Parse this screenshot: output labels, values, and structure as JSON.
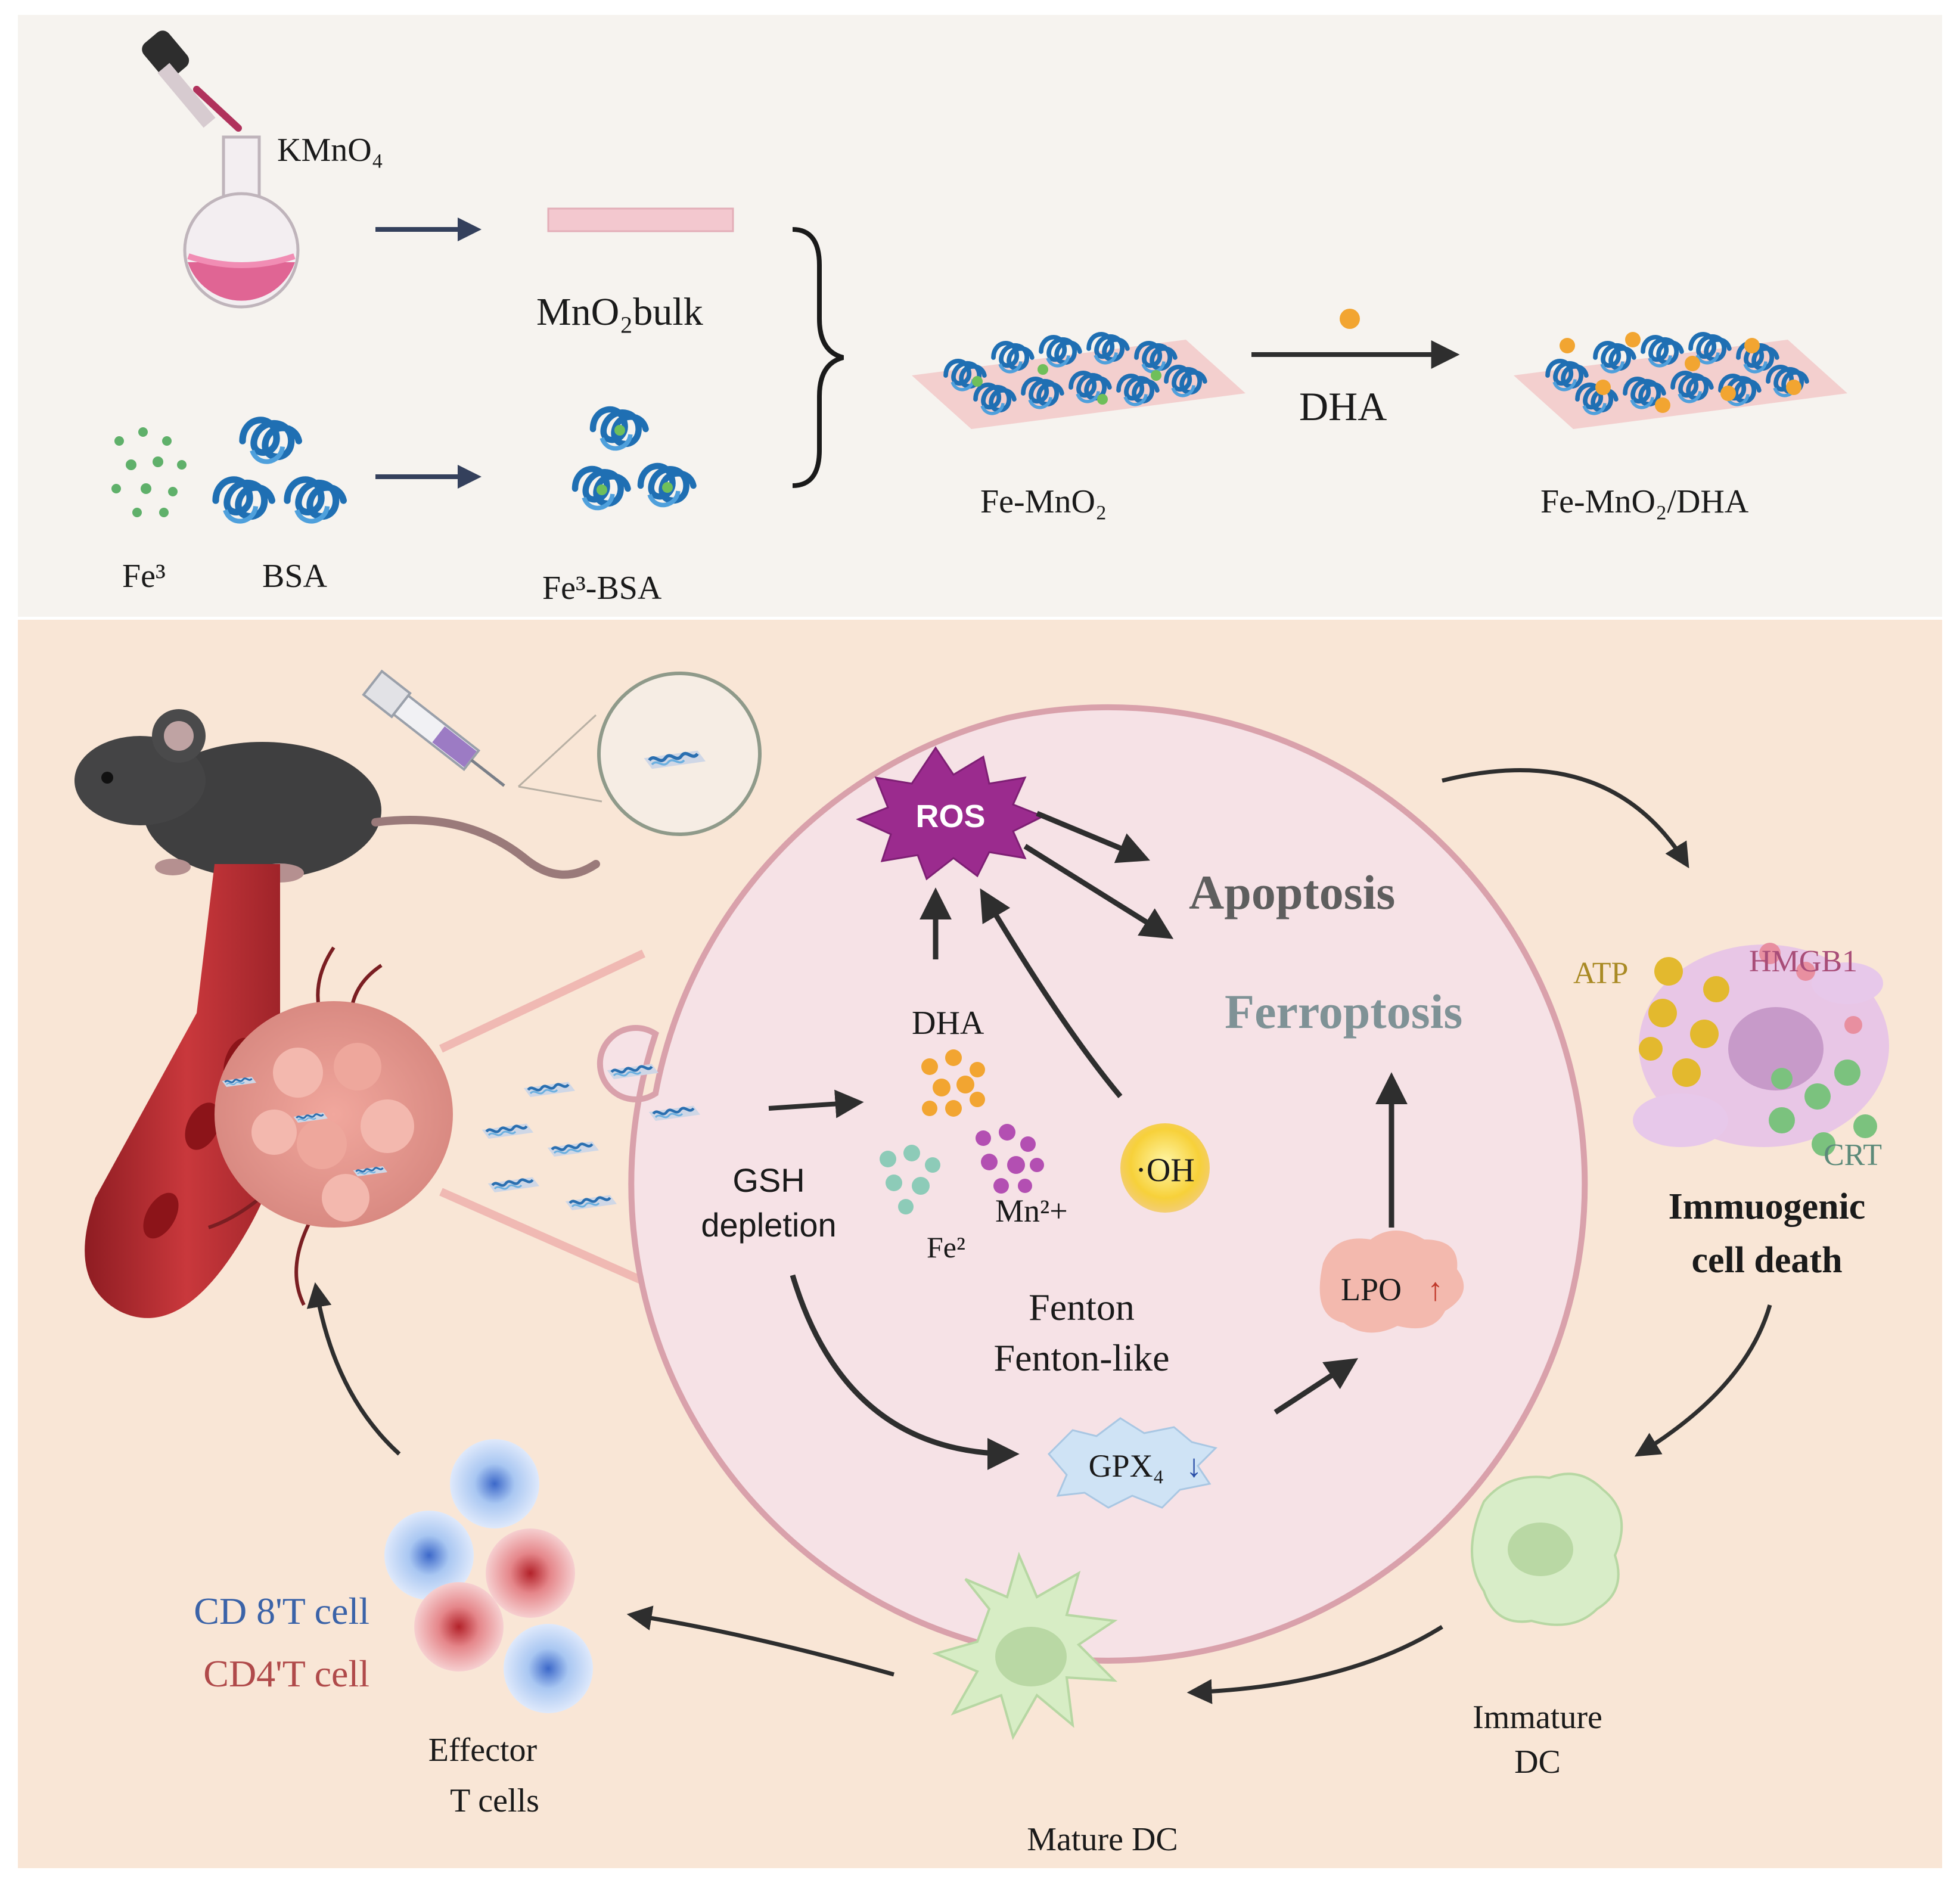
{
  "synthesis": {
    "kmno4": "KMnO₄",
    "mno2_bulk": "MnO₂bulk",
    "fe3": "Fe³",
    "bsa": "BSA",
    "fe3_bsa": "Fe³-BSA",
    "fe_mno2": "Fe-MnO₂",
    "dha_arrow": "DHA",
    "fe_mno2_dha": "Fe-MnO₂/DHA"
  },
  "mechanism": {
    "ros": "ROS",
    "apoptosis": "Apoptosis",
    "ferroptosis": "Ferroptosis",
    "dha": "DHA",
    "gsh_line1": "GSH",
    "gsh_line2": "depletion",
    "fe2": "Fe²",
    "mn2": "Mn²+",
    "oh": "·OH",
    "fenton": "Fenton",
    "fenton_like": "Fenton-like",
    "gpx4": "GPX₄",
    "gpx4_arrow": "↓",
    "lpo": "LPO",
    "lpo_arrow": "↑"
  },
  "immune": {
    "atp": "ATP",
    "hmgb1": "HMGB1",
    "crt": "CRT",
    "icd_line1": "Immuogenic",
    "icd_line2": "cell death",
    "immature_line1": "Immature",
    "immature_line2": "DC",
    "mature": "Mature  DC",
    "effector_line1": "Effector",
    "effector_line2": "T  cells",
    "cd8": "CD  8'T  cell",
    "cd4": "CD4'T    cell"
  },
  "colors": {
    "top_bg": "#f6f3ef",
    "bottom_bg": "#f9e6d6",
    "cell_fill": "#f6e2e6",
    "cell_stroke": "#d9a1ab",
    "ros": "#9b2b8e",
    "ferroptosis_text": "#7f9296",
    "atp_text": "#a98a24",
    "hmgb1_text": "#a84d78",
    "crt_text": "#5c8a79",
    "cd8_text": "#3b63a8",
    "cd4_text": "#b04a4a",
    "dha_dot": "#f2a531",
    "arrow": "#2e2e2e",
    "synth_arrow": "#34405c"
  }
}
